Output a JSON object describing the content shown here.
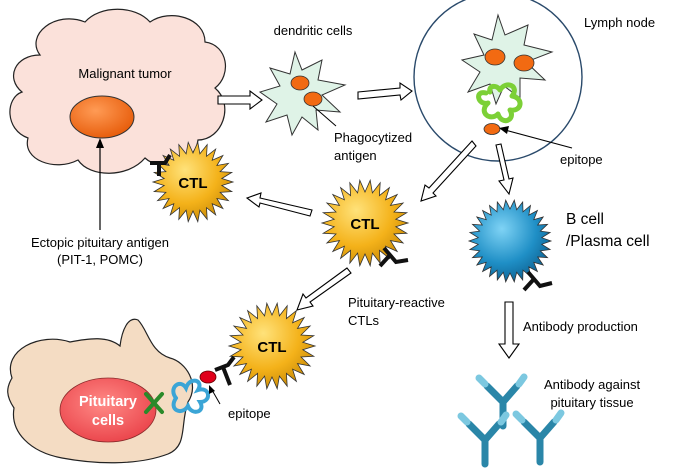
{
  "labels": {
    "malignant_tumor": "Malignant tumor",
    "dendritic_cells": "dendritic cells",
    "lymph_node": "Lymph node",
    "phagocytized_1": "Phagocytized",
    "phagocytized_2": "antigen",
    "epitope_top": "epitope",
    "ctl_1": "CTL",
    "ctl_2": "CTL",
    "ctl_3": "CTL",
    "ectopic_1": "Ectopic pituitary antigen",
    "ectopic_2": "(PIT-1, POMC)",
    "bcell_1": "B cell",
    "bcell_2": "/Plasma cell",
    "reactive_1": "Pituitary-reactive",
    "reactive_2": "CTLs",
    "antibody_production": "Antibody production",
    "pituitary_1": "Pituitary",
    "pituitary_2": "cells",
    "epitope_bottom": "epitope",
    "antibody_against_1": "Antibody against",
    "antibody_against_2": "pituitary tissue"
  },
  "colors": {
    "tumor_fill": "#fbe1da",
    "tumor_core": "#f26a12",
    "dendritic_fill": "#dff3e7",
    "ctl_fill": "#f4b21a",
    "bcell_fill": "#1f8fc6",
    "pituitary_tissue": "#f4dcc3",
    "pituitary_cells": "#ef4a4f",
    "mhc_green": "#7cd037",
    "epitope_red": "#e0001a",
    "antibody_blue": "#2a86a8",
    "block_x": "#2a8a2a"
  }
}
